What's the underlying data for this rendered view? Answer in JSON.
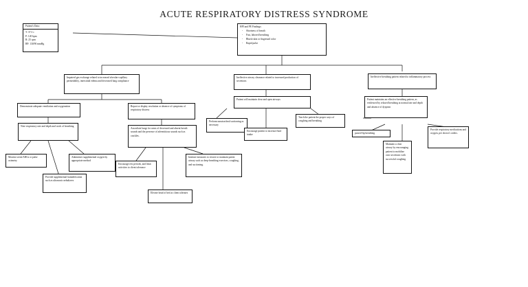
{
  "page": {
    "title": "ACUTE RESPIRATORY DISTRESS SYNDROME",
    "type": "concept-map"
  },
  "patient_data": {
    "header": "Patient's Data:",
    "vitals": [
      "T: 37.3 c",
      "P: 120 bpm",
      "R: 25 cpm",
      "BP: 130/90 mmHg"
    ]
  },
  "findings": {
    "header": "HPI and PE Findings:",
    "items": [
      "Shortness of breath",
      "Fast, labored breathing",
      "Bluish skin or fingernail color",
      "Rapid pulse"
    ]
  },
  "diagnoses": [
    {
      "id": "dx1",
      "text": "Impaired gas exchange related to increased alveolar-capillary permeability, interstitial edema and decreased lung compliance"
    },
    {
      "id": "dx2",
      "text": "Ineffective airway clearance related to increased production of secretions"
    },
    {
      "id": "dx3",
      "text": "Ineffective breathing pattern related to inflammatory process"
    }
  ],
  "goals": [
    {
      "id": "goal1",
      "text": "Demonstrate adequate ventilation and oxygenation"
    },
    {
      "id": "goal2",
      "text": "Report or display resolution or absence of symptoms of respiratory distress"
    },
    {
      "id": "goal3",
      "text": "Patient will maintain clear and open airways"
    },
    {
      "id": "goal4",
      "text": "Patient maintains an effective breathing pattern, as evidenced by relaxed breathing at normal rate and depth and absence of dyspnea"
    }
  ],
  "interventions": [
    {
      "id": "i1",
      "text": "Note respiratory rate and depth and work of breathing"
    },
    {
      "id": "i2",
      "text": "Monitor serial ABGs or pulse oximetry"
    },
    {
      "id": "i3",
      "text": "Administer supplemental oxygen by appropriate method"
    },
    {
      "id": "i4",
      "text": "Provide supplemental humidification such as ultrasonic nebulizers"
    },
    {
      "id": "i5",
      "text": "Auscultate lungs for areas of decreased and absent breath sounds and the presence of adventitious sounds such as crackles."
    },
    {
      "id": "i6",
      "text": "Encourage rest periods, and limit activities to client tolerance"
    },
    {
      "id": "i7",
      "text": "Institute measures to restore or maintain patent airway such as deep-breathing exercises, coughing, and suctioning."
    },
    {
      "id": "i8",
      "text": "Elevate head of bed as client tolerates"
    },
    {
      "id": "i9",
      "text": "Perform nasotracheal suctioning as necessary"
    },
    {
      "id": "i10",
      "text": "Encourage patient to increase fluid intake"
    },
    {
      "id": "i11",
      "text": "Teach the patient the proper ways of coughing and breathing"
    },
    {
      "id": "i12",
      "text": "pursed-lip breathing"
    },
    {
      "id": "i13",
      "text": "Maintain a clear airway by encouraging patient to mobilize own secretions with successful coughing"
    },
    {
      "id": "i14",
      "text": "Provide respiratory medications and oxygen, per doctor's orders."
    }
  ],
  "colors": {
    "border": "#111111",
    "background": "#ffffff",
    "text": "#111111"
  }
}
